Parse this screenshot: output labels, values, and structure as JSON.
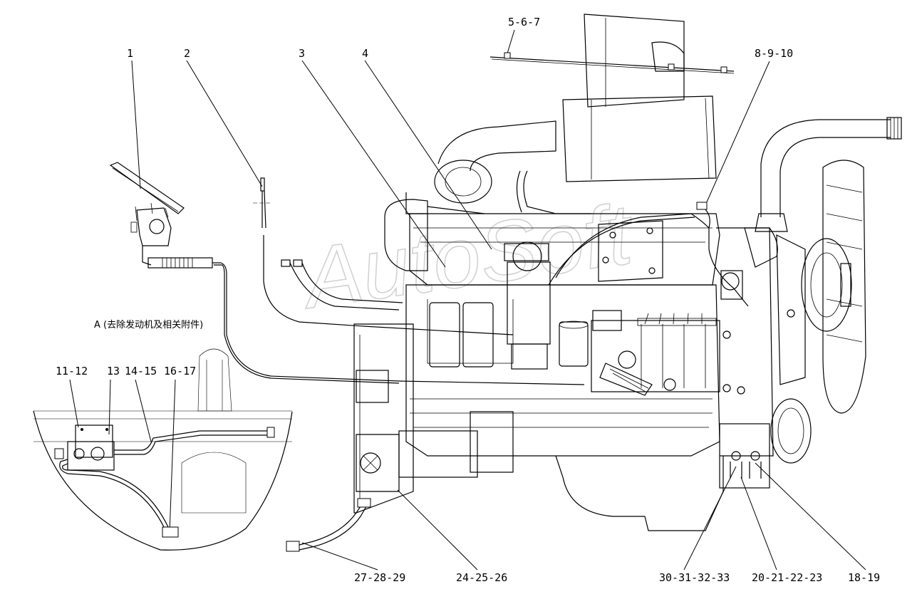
{
  "diagram": {
    "callouts": [
      {
        "id": "c1",
        "label": "1"
      },
      {
        "id": "c2",
        "label": "2"
      },
      {
        "id": "c3",
        "label": "3"
      },
      {
        "id": "c4",
        "label": "4"
      },
      {
        "id": "c5",
        "label": "5-6-7"
      },
      {
        "id": "c8",
        "label": "8-9-10"
      },
      {
        "id": "c11",
        "label": "11-12"
      },
      {
        "id": "c13",
        "label": "13"
      },
      {
        "id": "c14",
        "label": "14-15"
      },
      {
        "id": "c16",
        "label": "16-17"
      },
      {
        "id": "c27",
        "label": "27-28-29"
      },
      {
        "id": "c24",
        "label": "24-25-26"
      },
      {
        "id": "c30",
        "label": "30-31-32-33"
      },
      {
        "id": "c20",
        "label": "20-21-22-23"
      },
      {
        "id": "c18",
        "label": "18-19"
      }
    ],
    "view_note": "A (去除发动机及相关附件)",
    "watermark": "AutoSoft"
  }
}
